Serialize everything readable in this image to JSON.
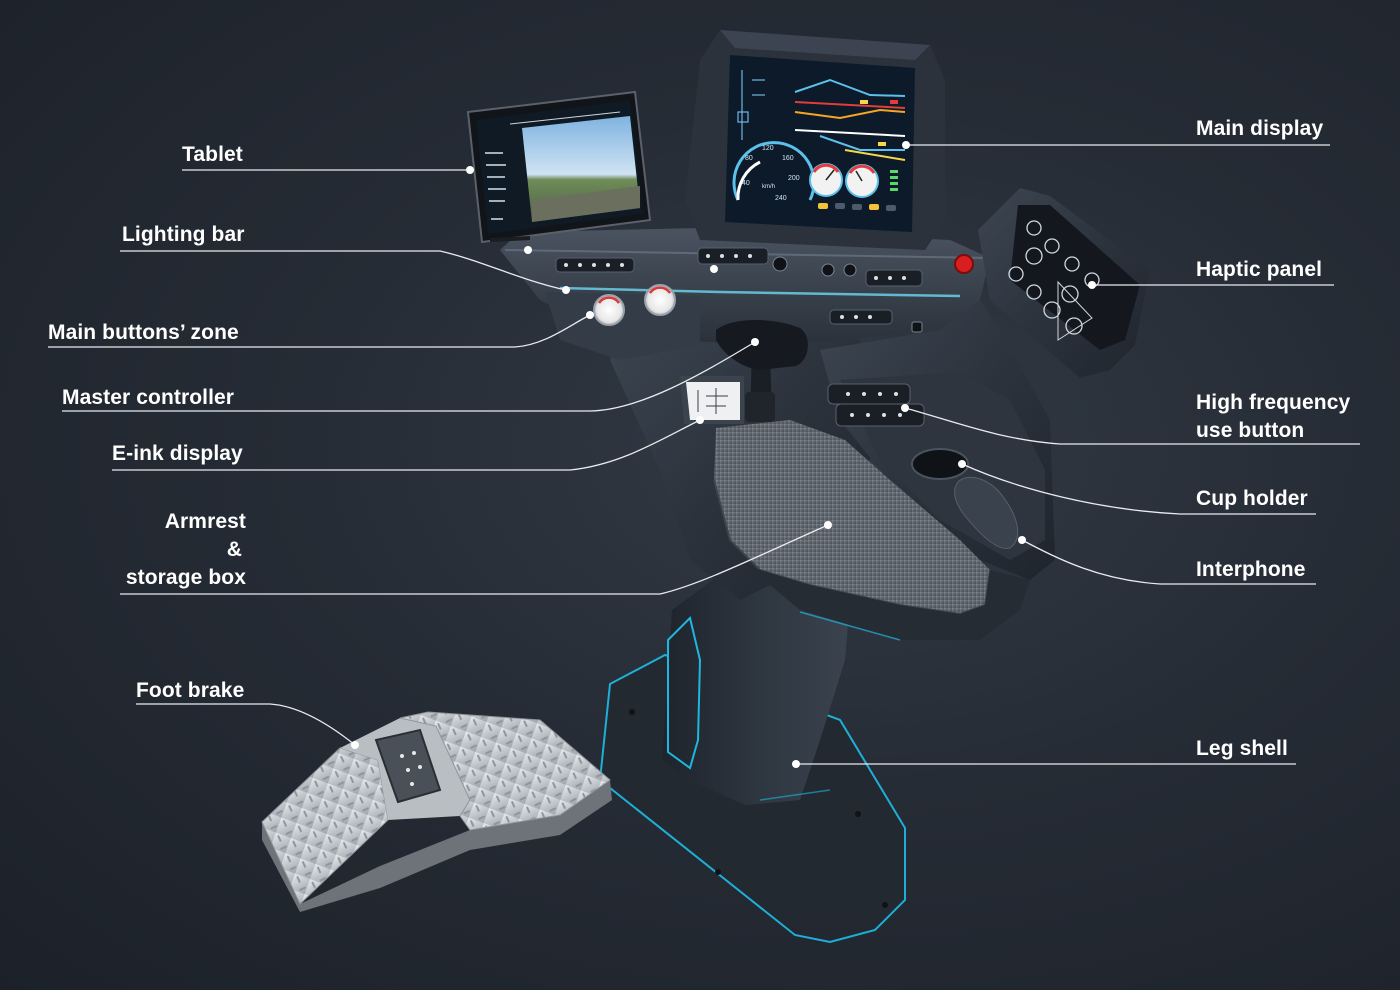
{
  "colors": {
    "accent_cyan": "#1fb6e0",
    "leader_line": "#e8ecf0",
    "body_dark": "#2b323c",
    "emergency_red": "#d81e1e"
  },
  "labels": {
    "tablet": "Tablet",
    "lighting_bar": "Lighting bar",
    "main_buttons_zone": "Main buttons’ zone",
    "master_controller": "Master controller",
    "eink_display": "E-ink display",
    "armrest_line1": "Armrest",
    "armrest_line2": "&",
    "armrest_line3": "storage box",
    "foot_brake": "Foot brake",
    "main_display": "Main display",
    "haptic_panel": "Haptic panel",
    "high_freq_line1": "High frequency",
    "high_freq_line2": "use button",
    "cup_holder": "Cup holder",
    "interphone": "Interphone",
    "leg_shell": "Leg shell"
  },
  "speedometer": {
    "ticks": [
      "40",
      "80",
      "120",
      "160",
      "200",
      "240"
    ],
    "unit": "km/h"
  }
}
